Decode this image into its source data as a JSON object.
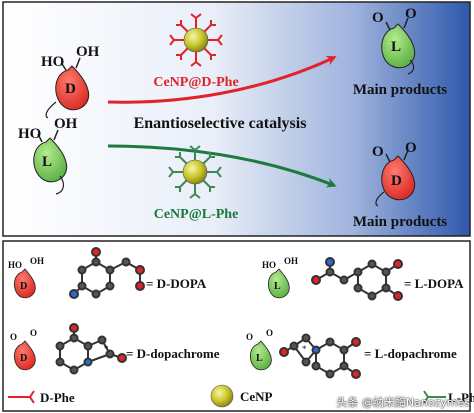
{
  "scheme": {
    "reagent_labels": {
      "ho": "HO",
      "oh": "OH",
      "d": "D",
      "l": "L",
      "o": "O"
    },
    "top_catalyst_label": "CeNP@D-Phe",
    "bottom_catalyst_label": "CeNP@L-Phe",
    "center_title": "Enantioselective catalysis",
    "main_products_top": "Main products",
    "main_products_bottom": "Main products"
  },
  "legend": {
    "d_dopa": "= D-DOPA",
    "l_dopa": "= L-DOPA",
    "d_dopachrome": "= D-dopachrome",
    "l_dopachrome": "= L-dopachrome",
    "d_phe": "D-Phe",
    "cenp": "CeNP",
    "l_phe": "L-Phe"
  },
  "watermark": "头条 @纳米酶Nanozymes",
  "colors": {
    "d_drop": "#e3342a",
    "l_drop": "#6cc04a",
    "arrow_red": "#e0232a",
    "arrow_green": "#1e7a3e",
    "label_red": "#e0232a",
    "label_green": "#1a7a3a",
    "panel_blue": "#2b56a8"
  }
}
